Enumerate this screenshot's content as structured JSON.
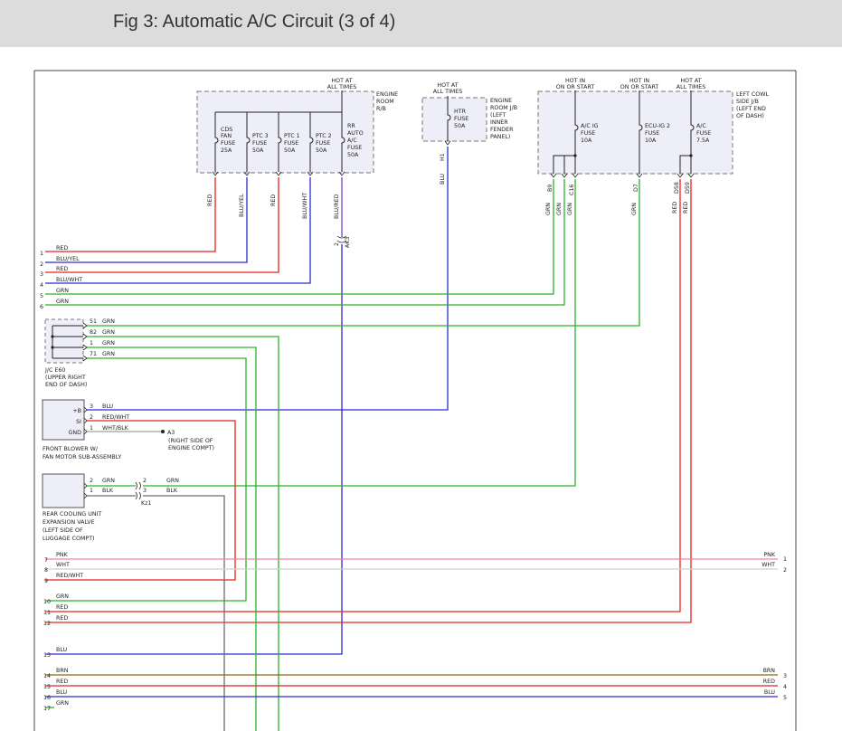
{
  "header": {
    "title": "Fig 3: Automatic A/C Circuit (3 of 4)"
  },
  "colors": {
    "red": "#e8231f",
    "blue": "#2b2bd0",
    "green": "#28b428",
    "gray": "#6d6d6d",
    "pink": "#f080a8",
    "brown": "#8b6914",
    "purple": "#7a3fd0",
    "box_fill": "#eeeef8"
  },
  "boxes": {
    "rb": {
      "hot": [
        "HOT AT",
        "ALL TIMES"
      ],
      "label": [
        "ENGINE",
        "ROOM",
        "R/B"
      ],
      "fuses": [
        {
          "lines": [
            "CDS",
            "FAN",
            "FUSE",
            "25A"
          ],
          "wire": "RED"
        },
        {
          "lines": [
            "PTC 3",
            "FUSE",
            "50A"
          ],
          "wire": "BLU/YEL"
        },
        {
          "lines": [
            "PTC 1",
            "FUSE",
            "50A"
          ],
          "wire": "RED"
        },
        {
          "lines": [
            "PTC 2",
            "FUSE",
            "50A"
          ],
          "wire": "BLU/WHT"
        },
        {
          "lines": [
            "RR",
            "AUTO",
            "A/C",
            "FUSE",
            "50A"
          ],
          "wire": "BLU/RED"
        }
      ]
    },
    "jb": {
      "hot": [
        "HOT AT",
        "ALL TIMES"
      ],
      "label": [
        "ENGINE",
        "ROOM J/B",
        "(LEFT",
        "INNER",
        "FENDER",
        "PANEL)"
      ],
      "fuse": [
        "HTR",
        "FUSE",
        "50A"
      ],
      "pin": "H1",
      "wire": "BLU"
    },
    "cowl": {
      "label": [
        "LEFT COWL",
        "SIDE J/B",
        "(LEFT END",
        "OF DASH)"
      ],
      "hot": [
        [
          "HOT IN",
          "ON OR START"
        ],
        [
          "HOT IN",
          "ON OR START"
        ],
        [
          "HOT AT",
          "ALL TIMES"
        ]
      ],
      "fuses": [
        [
          "A/C IG",
          "FUSE",
          "10A"
        ],
        [
          "ECU-IG 2",
          "FUSE",
          "10A"
        ],
        [
          "A/C",
          "FUSE",
          "7.5A"
        ]
      ],
      "pins": [
        "B9",
        "C16",
        "D7",
        "D58",
        "D59"
      ],
      "wires": [
        "GRN",
        "GRN",
        "GRN",
        "GRN",
        "RED",
        "RED"
      ]
    }
  },
  "ak3": {
    "pin": "2",
    "name": "AK3"
  },
  "left_wires": [
    {
      "n": "1",
      "c": "RED"
    },
    {
      "n": "2",
      "c": "BLU/YEL"
    },
    {
      "n": "3",
      "c": "RED"
    },
    {
      "n": "4",
      "c": "BLU/WHT"
    },
    {
      "n": "5",
      "c": "GRN"
    },
    {
      "n": "6",
      "c": "GRN"
    }
  ],
  "jc": {
    "label": [
      "J/C E60",
      "(UPPER RIGHT",
      "END OF DASH)"
    ],
    "pins": [
      {
        "p": "51",
        "c": "GRN"
      },
      {
        "p": "82",
        "c": "GRN"
      },
      {
        "p": "1",
        "c": "GRN"
      },
      {
        "p": "71",
        "c": "GRN"
      }
    ]
  },
  "blower": {
    "terms": [
      "+B",
      "SI",
      "GND"
    ],
    "pins": [
      {
        "p": "3",
        "c": "BLU"
      },
      {
        "p": "2",
        "c": "RED/WHT"
      },
      {
        "p": "1",
        "c": "WHT/BLK"
      }
    ],
    "ground": "A3",
    "ground_label": [
      "(RIGHT SIDE OF",
      "ENGINE COMPT)"
    ],
    "label": [
      "FRONT BLOWER W/",
      "FAN MOTOR SUB-ASSEMBLY"
    ]
  },
  "valve": {
    "pins": [
      {
        "p": "2",
        "c": "GRN"
      },
      {
        "p": "1",
        "c": "BLK"
      }
    ],
    "conn": {
      "pins": [
        "2",
        "3"
      ],
      "colors": [
        "GRN",
        "BLK"
      ],
      "name": "Kz1"
    },
    "label": [
      "REAR COOLING UNIT",
      "EXPANSION VALVE",
      "(LEFT SIDE OF",
      "LUGGAGE COMPT)"
    ]
  },
  "bottom_wires": [
    {
      "n": "7",
      "c": "PNK",
      "r": "PNK",
      "rn": "1"
    },
    {
      "n": "8",
      "c": "WHT",
      "r": "WHT",
      "rn": "2"
    },
    {
      "n": "9",
      "c": "RED/WHT"
    },
    {
      "n": "10",
      "c": "GRN"
    },
    {
      "n": "11",
      "c": "RED"
    },
    {
      "n": "12",
      "c": "RED"
    },
    {
      "n": "13",
      "c": "BLU"
    },
    {
      "n": "14",
      "c": "BRN",
      "r": "BRN",
      "rn": "3"
    },
    {
      "n": "15",
      "c": "RED",
      "r": "RED",
      "rn": "4"
    },
    {
      "n": "16",
      "c": "BLU",
      "r": "BLU",
      "rn": "5"
    },
    {
      "n": "17",
      "c": "GRN"
    }
  ]
}
